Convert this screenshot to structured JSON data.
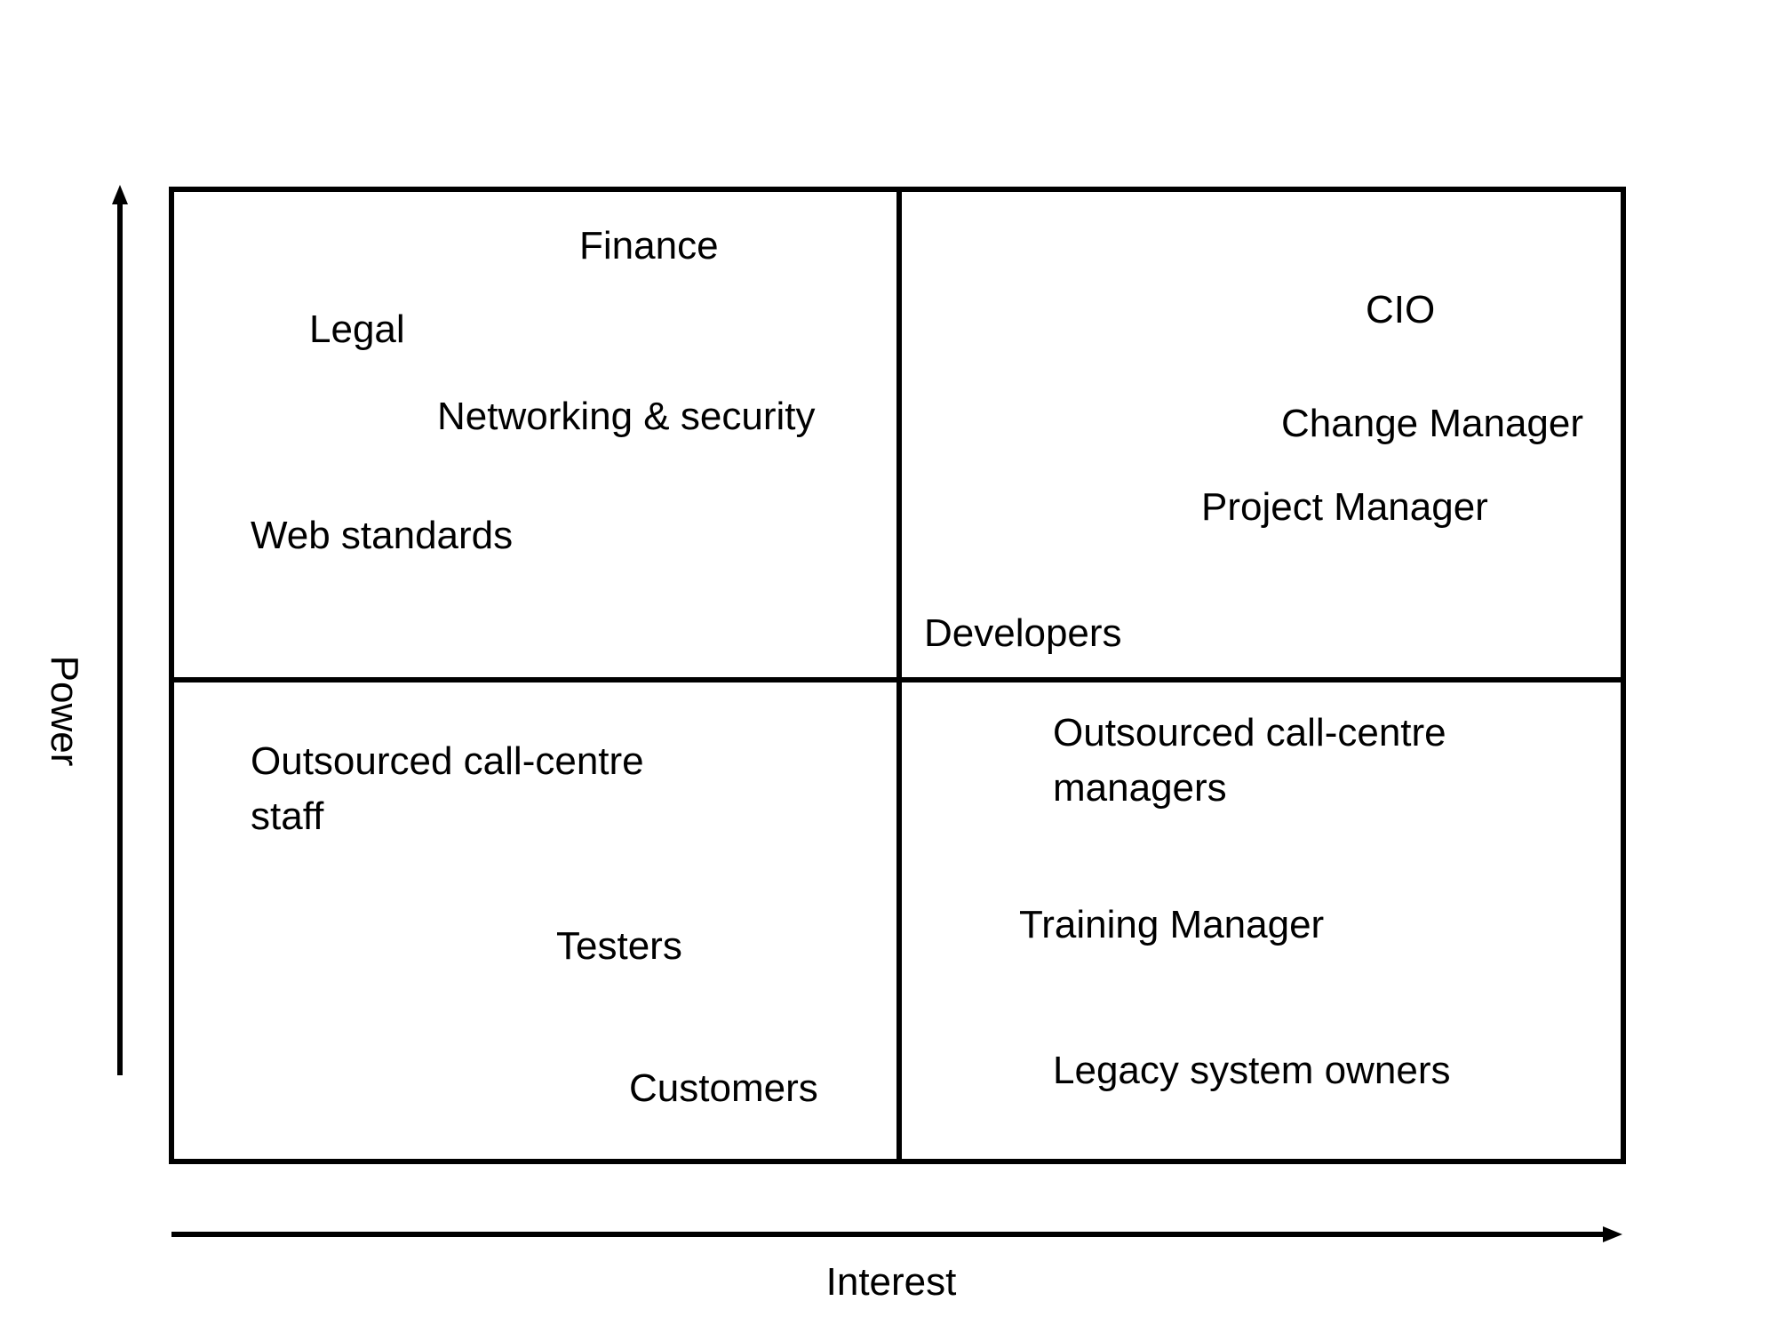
{
  "axes": {
    "y_label": "Power",
    "x_label": "Interest"
  },
  "quadrants": {
    "top_left": {
      "items": [
        "Finance",
        "Legal",
        "Networking & security",
        "Web standards"
      ]
    },
    "top_right": {
      "items": [
        "CIO",
        "Change Manager",
        "Project Manager",
        "Developers"
      ]
    },
    "bottom_left": {
      "items": [
        "Outsourced call-centre staff",
        "Testers",
        "Customers"
      ]
    },
    "bottom_right": {
      "items": [
        "Outsourced call-centre managers",
        "Training Manager",
        "Legacy system owners"
      ]
    }
  }
}
